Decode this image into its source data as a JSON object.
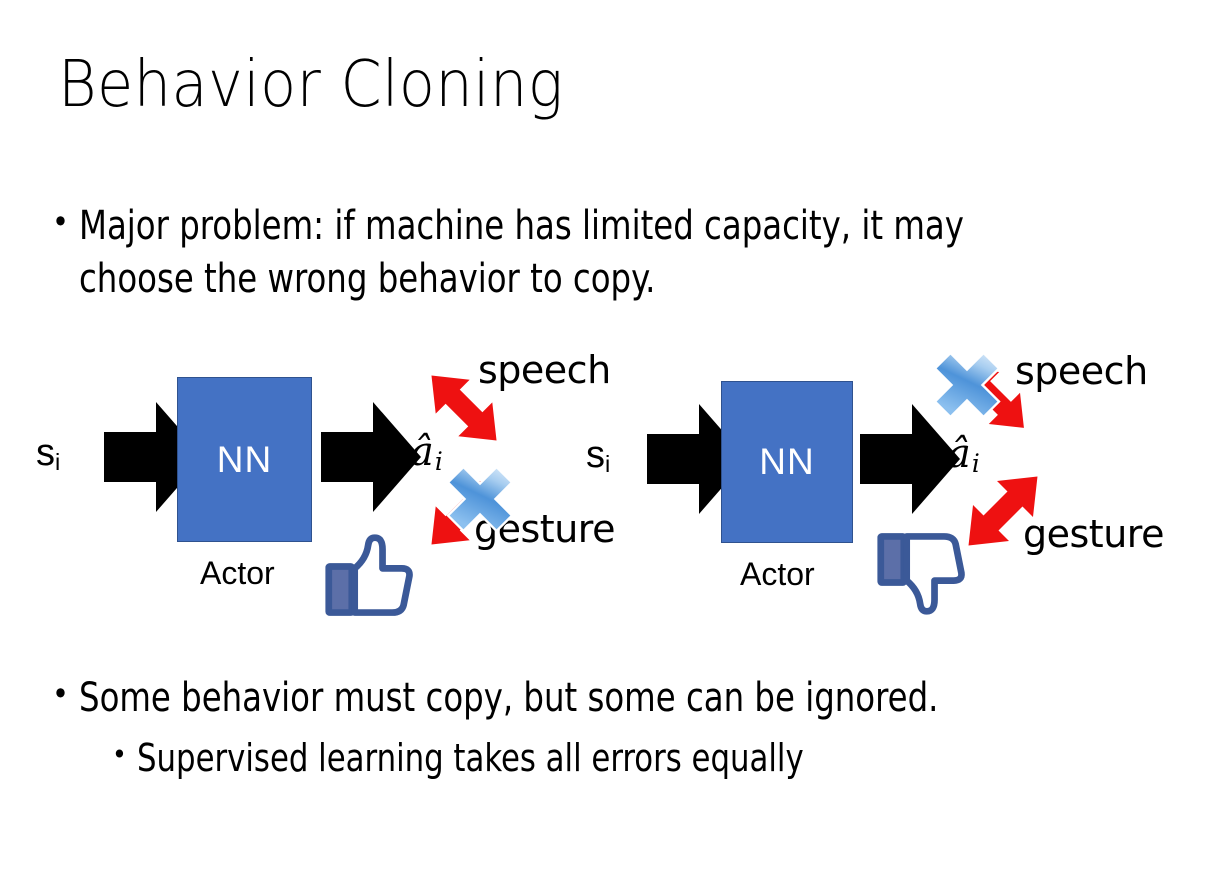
{
  "slide": {
    "title": "Behavior Cloning",
    "background_color": "#ffffff",
    "bullets_top": [
      {
        "marker": "•",
        "text": "Major problem: if machine has limited capacity, it may choose the wrong behavior to copy."
      }
    ],
    "bullets_bottom": [
      {
        "marker": "•",
        "text": "Some behavior must copy, but some can be ignored."
      },
      {
        "marker": "•",
        "text": "Supervised learning takes all errors equally"
      }
    ]
  },
  "colors": {
    "nn_box_fill": "#4472C4",
    "nn_box_border": "#2f528f",
    "nn_label": "#ffffff",
    "red_arrow": "#EE1111",
    "blue_x_light": "#cfe2f7",
    "blue_x_dark": "#2f7fd0",
    "thumb_outline": "#3b5998",
    "thumb_fill": "#ffffff",
    "black_arrow": "#000000",
    "text": "#000000"
  },
  "diagrams": [
    {
      "id": "left",
      "input_label": "s",
      "input_subscript": "i",
      "box_label": "NN",
      "box_caption": "Actor",
      "output_label": "â",
      "output_subscript": "i",
      "branch_upper_label": "speech",
      "branch_lower_label": "gesture",
      "x_mark_on": "gesture",
      "feedback_icon": "thumbs-up-icon",
      "feedback_meaning": "good"
    },
    {
      "id": "right",
      "input_label": "s",
      "input_subscript": "i",
      "box_label": "NN",
      "box_caption": "Actor",
      "output_label": "â",
      "output_subscript": "i",
      "branch_upper_label": "speech",
      "branch_lower_label": "gesture",
      "x_mark_on": "speech",
      "feedback_icon": "thumbs-down-icon",
      "feedback_meaning": "bad"
    }
  ]
}
